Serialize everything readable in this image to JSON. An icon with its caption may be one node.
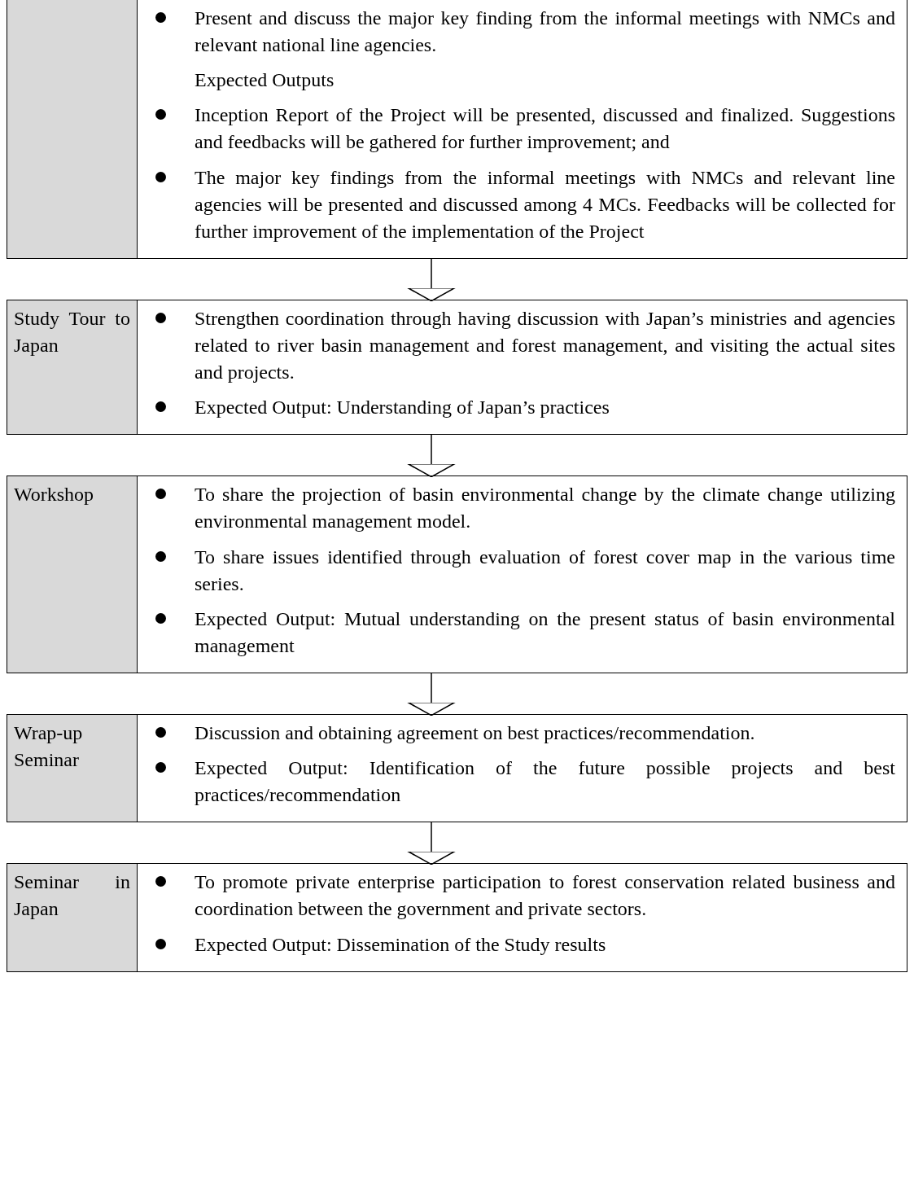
{
  "diagram": {
    "nodes": [
      {
        "text": [],
        "shape": "box"
      },
      {
        "text": [],
        "shape": "box",
        "in": 0
      },
      {
        "text": [
          "Present and discuss the major key finding from the informal meetings with NMCs and relevant national line agencies.",
          "Expected Outputs",
          "Inception Report of the Project will be presented, discussed and finalized. Suggestions and feedbacks will be gathered for further improvement; and",
          "The major key findings from the informal meetings with NMCs and relevant line agencies will be presented and discussed among 4 MCs. Feedbacks will be collected for further improvement of the implementation of the Project"
        ],
        "in": 0
      },
      {
        "text": [],
        "shape": "box"
      },
      {
        "text": [
          "Study Tour to Japan"
        ],
        "in": 3
      },
      {
        "text": [
          "Strengthen coordination through having discussion with Japan’s ministries and agencies related to river basin management and forest management, and visiting the actual sites and projects.",
          "Expected Output: Understanding of Japan’s practices"
        ],
        "in": 3
      },
      {
        "text": [],
        "shape": "box"
      },
      {
        "text": [
          "Workshop"
        ],
        "in": 6
      },
      {
        "text": [
          "To share the projection of basin environmental change by the climate change utilizing environmental management model.",
          "To share issues identified through evaluation of forest cover map in the various time series.",
          "Expected Output: Mutual understanding on the present status of basin environmental management"
        ],
        "in": 6
      },
      {
        "text": [],
        "shape": "box"
      },
      {
        "text": [
          "Wrap-up Seminar"
        ],
        "in": 9
      },
      {
        "text": [
          "Discussion and obtaining agreement on best practices/recommendation.",
          "Expected Output: Identification of the future possible projects and best practices/recommendation"
        ],
        "in": 9
      },
      {
        "text": [],
        "shape": "box"
      },
      {
        "text": [
          "Seminar in Japan"
        ],
        "in": 12
      },
      {
        "text": [
          "To promote private enterprise participation to forest conservation related business and coordination between the government and private sectors.",
          "Expected Output: Dissemination of the Study results"
        ],
        "in": 12
      }
    ],
    "edges": [
      {
        "from": 0,
        "to": 3,
        "arrow": "to"
      },
      {
        "from": 3,
        "to": 6,
        "arrow": "to"
      },
      {
        "from": 6,
        "to": 9,
        "arrow": "to"
      },
      {
        "from": 9,
        "to": 12,
        "arrow": "to"
      }
    ]
  }
}
